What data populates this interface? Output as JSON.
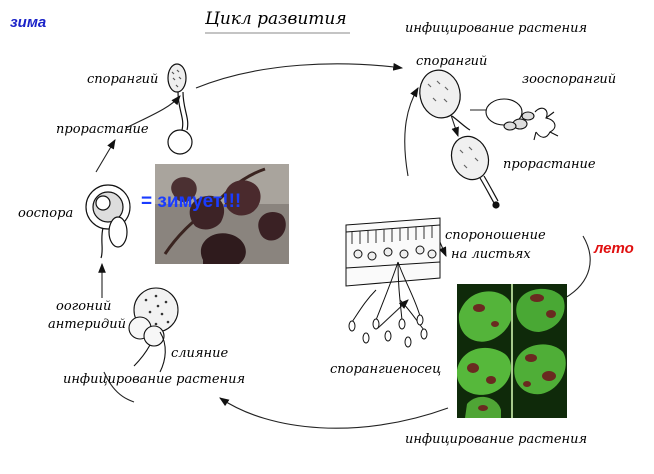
{
  "title": "Цикл развития",
  "seasons": {
    "winter": "зима",
    "summer": "лето"
  },
  "colors": {
    "winter": "#1a22c8",
    "summer": "#e01010",
    "winter_text": "#1a3cff"
  },
  "labels": {
    "sporangium_left": "спорангий",
    "germination_left": "прорастание",
    "oospore": "ооспора",
    "oogonium": "оогоний",
    "antheridium": "антеридий",
    "fusion": "слияние",
    "infection_bottom_left": "инфицирование растения",
    "infection_top_right": "инфицирование растения",
    "sporangium_right": "спорангий",
    "zoosporangium": "зооспорангий",
    "germination_right": "прорастание",
    "sporulation_line1": "спороношение",
    "sporulation_line2": "на листьях",
    "sporangiophore": "спорангиеносец",
    "infection_bottom_right": "инфицирование растения"
  },
  "winter_photo": {
    "caption": "= зимует!!!"
  },
  "icons": {
    "winter_photo": "dark-leaf-photo",
    "summer_photo": "spotted-leaf-photo",
    "cycle_arrows": "arrow-icon"
  }
}
